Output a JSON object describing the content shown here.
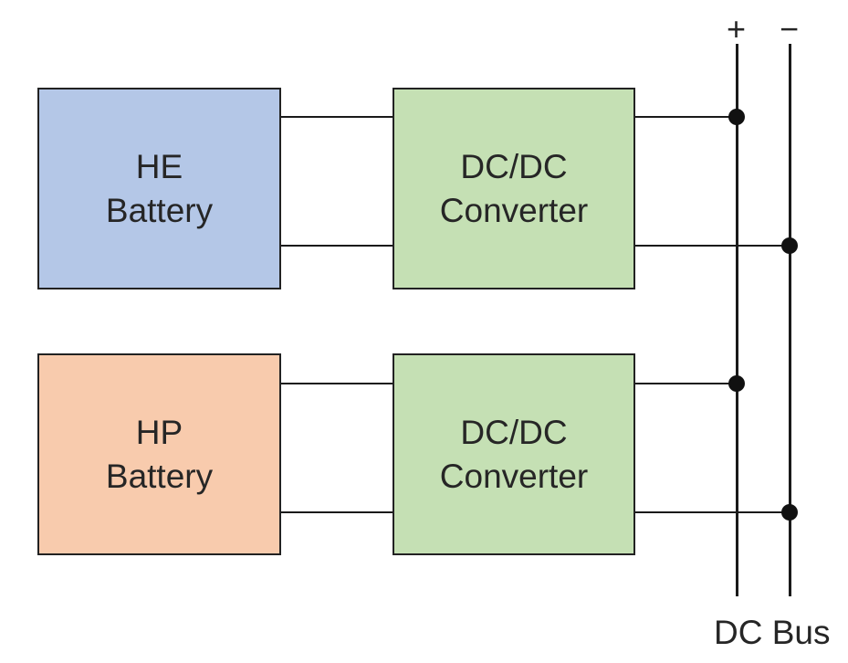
{
  "colors": {
    "he_battery_fill": "#b4c7e7",
    "hp_battery_fill": "#f8cbad",
    "converter_fill": "#c5e0b4",
    "line": "#1a1a1a"
  },
  "blocks": {
    "he_battery": {
      "line1": "HE",
      "line2": "Battery"
    },
    "hp_battery": {
      "line1": "HP",
      "line2": "Battery"
    },
    "converter_top": {
      "line1": "DC/DC",
      "line2": "Converter"
    },
    "converter_bottom": {
      "line1": "DC/DC",
      "line2": "Converter"
    }
  },
  "bus": {
    "label": "DC Bus",
    "plus": "+",
    "minus": "−"
  }
}
